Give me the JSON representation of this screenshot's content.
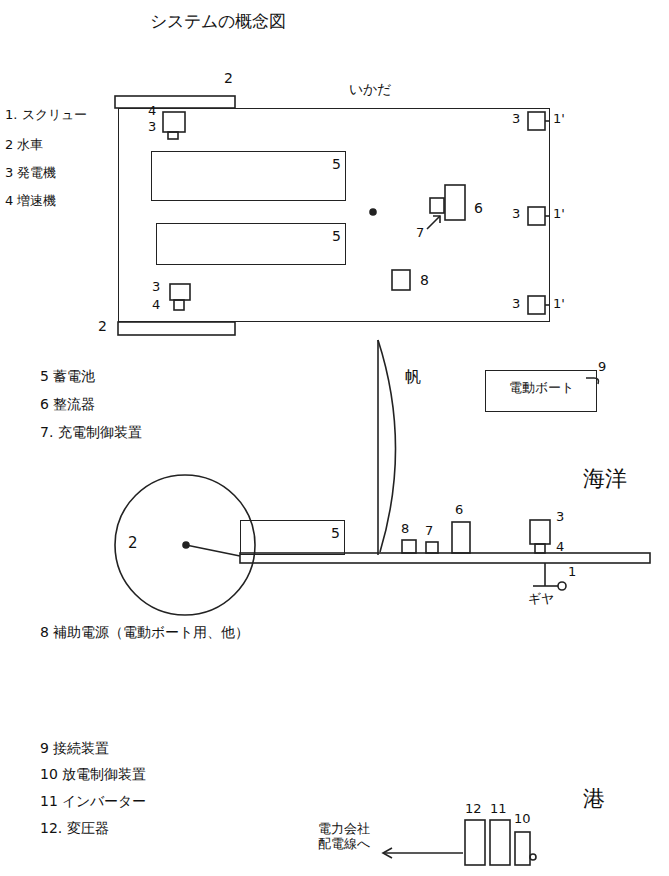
{
  "diagram": {
    "title": "システムの概念図",
    "nodes": [
      {
        "text": [
          "いかだ"
        ]
      },
      {
        "text": [
          "5"
        ],
        "in": 0
      },
      {
        "text": [
          "5"
        ],
        "in": 0
      },
      {
        "text": [
          "電動ボート"
        ]
      },
      {
        "text": [
          "5"
        ]
      }
    ],
    "labels": [
      "1. スクリュー",
      "2 水車",
      "3 発電機",
      "4 増速機",
      "2",
      "4",
      "3",
      "3",
      "1'",
      "6",
      "7",
      "3",
      "1'",
      "8",
      "3",
      "4",
      "3",
      "1'",
      "2",
      "帆",
      "5 蓄電池",
      "6 整流器",
      "7. 充電制御装置",
      "9",
      "海洋",
      "2",
      "8",
      "7",
      "6",
      "3",
      "4",
      "1",
      "ギヤ",
      "8 補助電源（電動ボート用、他）",
      "9 接続装置",
      "10 放電制御装置",
      "11 インバーター",
      "12. 変圧器",
      "港",
      "電力会社 配電線へ",
      "12",
      "11",
      "10"
    ]
  }
}
